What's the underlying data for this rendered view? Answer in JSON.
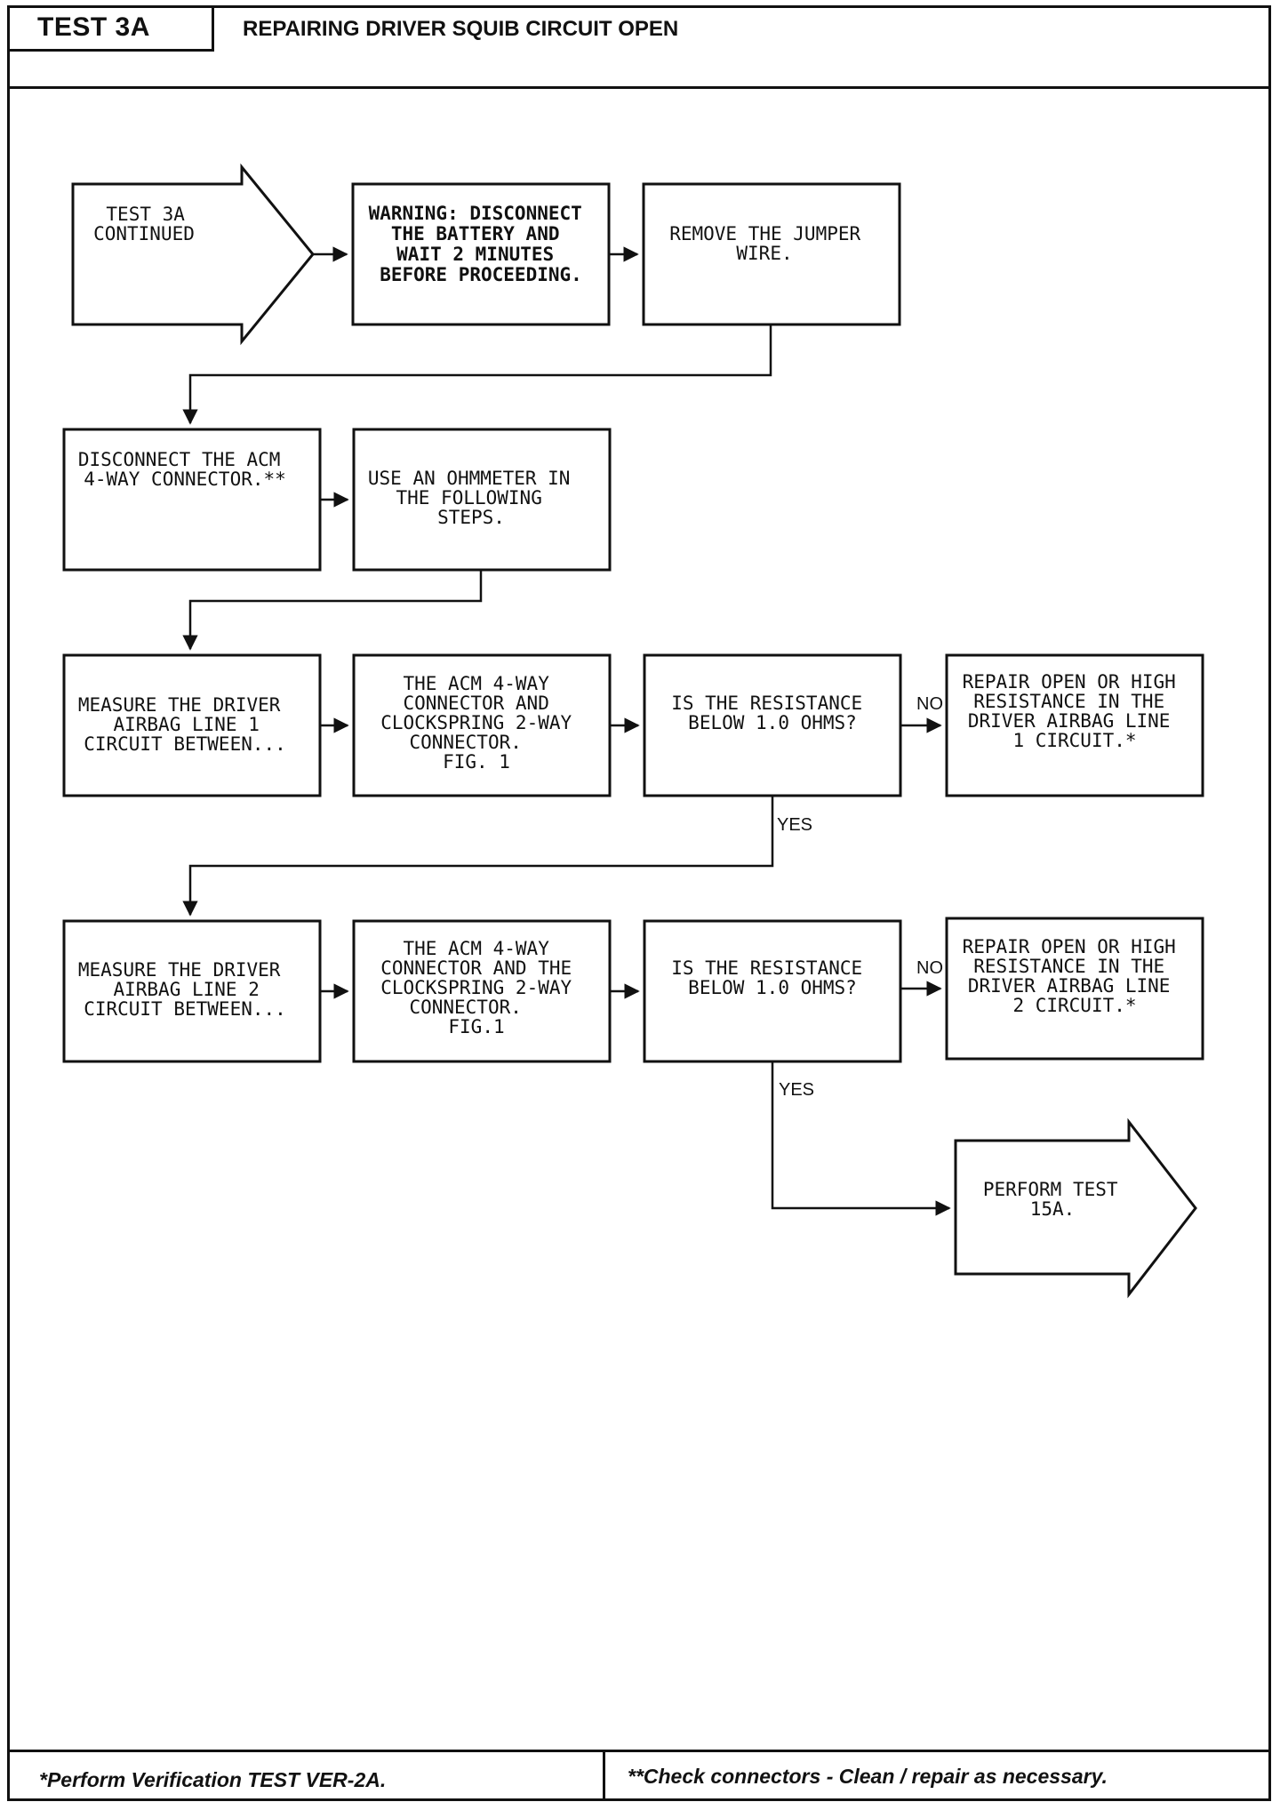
{
  "header": {
    "test_id": "TEST 3A",
    "title": "REPAIRING DRIVER SQUIB CIRCUIT OPEN"
  },
  "nodes": {
    "start": {
      "lines": [
        "TEST 3A",
        "CONTINUED"
      ]
    },
    "warning": {
      "lines": [
        "WARNING: DISCONNECT",
        "THE BATTERY AND",
        "WAIT 2 MINUTES",
        "BEFORE PROCEEDING."
      ]
    },
    "remove_jumper": {
      "lines": [
        "REMOVE THE JUMPER",
        "WIRE."
      ]
    },
    "disconnect_acm": {
      "lines": [
        "DISCONNECT THE ACM",
        "4-WAY CONNECTOR.**"
      ]
    },
    "use_ohmmeter": {
      "lines": [
        "USE AN OHMMETER IN",
        "THE FOLLOWING",
        "STEPS."
      ]
    },
    "measure_line1": {
      "lines": [
        "MEASURE THE DRIVER",
        "AIRBAG LINE 1",
        "CIRCUIT BETWEEN..."
      ]
    },
    "acm_clockspring_1": {
      "lines": [
        "THE ACM 4-WAY",
        "CONNECTOR AND",
        "CLOCKSPRING 2-WAY",
        "CONNECTOR.",
        "FIG. 1"
      ]
    },
    "check_resistance_1": {
      "lines": [
        "IS THE RESISTANCE",
        "BELOW 1.0 OHMS?"
      ]
    },
    "repair_line1": {
      "lines": [
        "REPAIR OPEN OR HIGH",
        "RESISTANCE IN THE",
        "DRIVER AIRBAG LINE",
        "1 CIRCUIT.*"
      ]
    },
    "measure_line2": {
      "lines": [
        "MEASURE THE DRIVER",
        "AIRBAG LINE 2",
        "CIRCUIT BETWEEN..."
      ]
    },
    "acm_clockspring_2": {
      "lines": [
        "THE ACM 4-WAY",
        "CONNECTOR AND THE",
        "CLOCKSPRING 2-WAY",
        "CONNECTOR.",
        "FIG.1"
      ]
    },
    "check_resistance_2": {
      "lines": [
        "IS THE RESISTANCE",
        "BELOW 1.0 OHMS?"
      ]
    },
    "repair_line2": {
      "lines": [
        "REPAIR OPEN OR HIGH",
        "RESISTANCE IN THE",
        "DRIVER AIRBAG LINE",
        "2 CIRCUIT.*"
      ]
    },
    "perform_test": {
      "lines": [
        "PERFORM TEST",
        "15A."
      ]
    }
  },
  "branch_labels": {
    "no_1": "NO",
    "yes_1": "YES",
    "no_2": "NO",
    "yes_2": "YES"
  },
  "footer": {
    "left_note": "*Perform Verification TEST VER-2A.",
    "right_note": "**Check connectors - Clean / repair as necessary."
  }
}
